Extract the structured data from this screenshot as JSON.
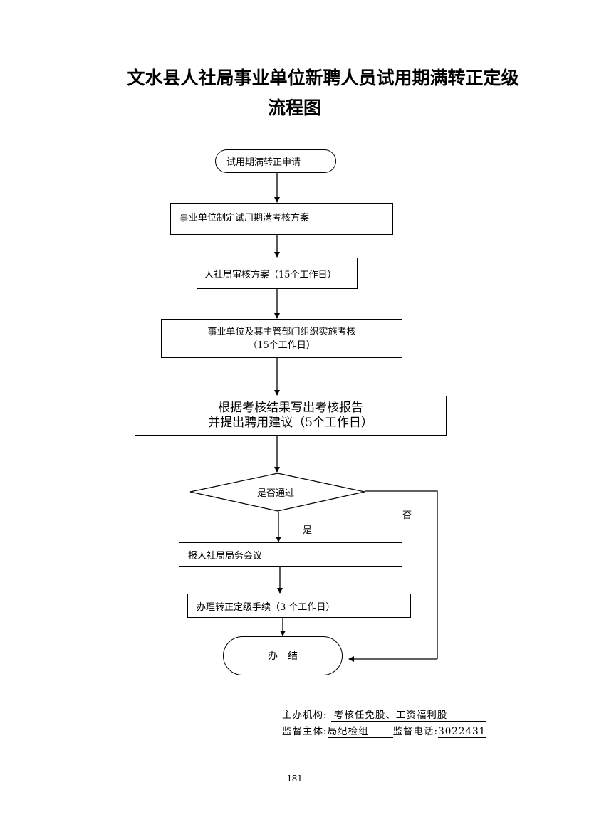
{
  "title": {
    "line1": "文水县人社局事业单位新聘人员试用期满转正定级",
    "line2": "流程图"
  },
  "flow": {
    "start": "试用期满转正申请",
    "step1": "事业单位制定试用期满考核方案",
    "step2": "人社局审核方案（15个工作日）",
    "step3_line1": "事业单位及其主管部门组织实施考核",
    "step3_line2": "（15个工作日）",
    "step4_line1": "根据考核结果写出考核报告",
    "step4_line2": "并提出聘用建议（5个工作日）",
    "decision": "是否通过",
    "yes": "是",
    "no": "否",
    "step5": "报人社局局务会议",
    "step6": "办理转正定级手续（3 个工作日）",
    "end": "办　结"
  },
  "footer": {
    "host_label": "主办机构:",
    "host_value": "考核任免股、工资福利股",
    "supervise_label": "监督主体:",
    "supervise_value": "局纪检组",
    "phone_label": "监督电话:",
    "phone_value": "3022431"
  },
  "page_number": "181"
}
